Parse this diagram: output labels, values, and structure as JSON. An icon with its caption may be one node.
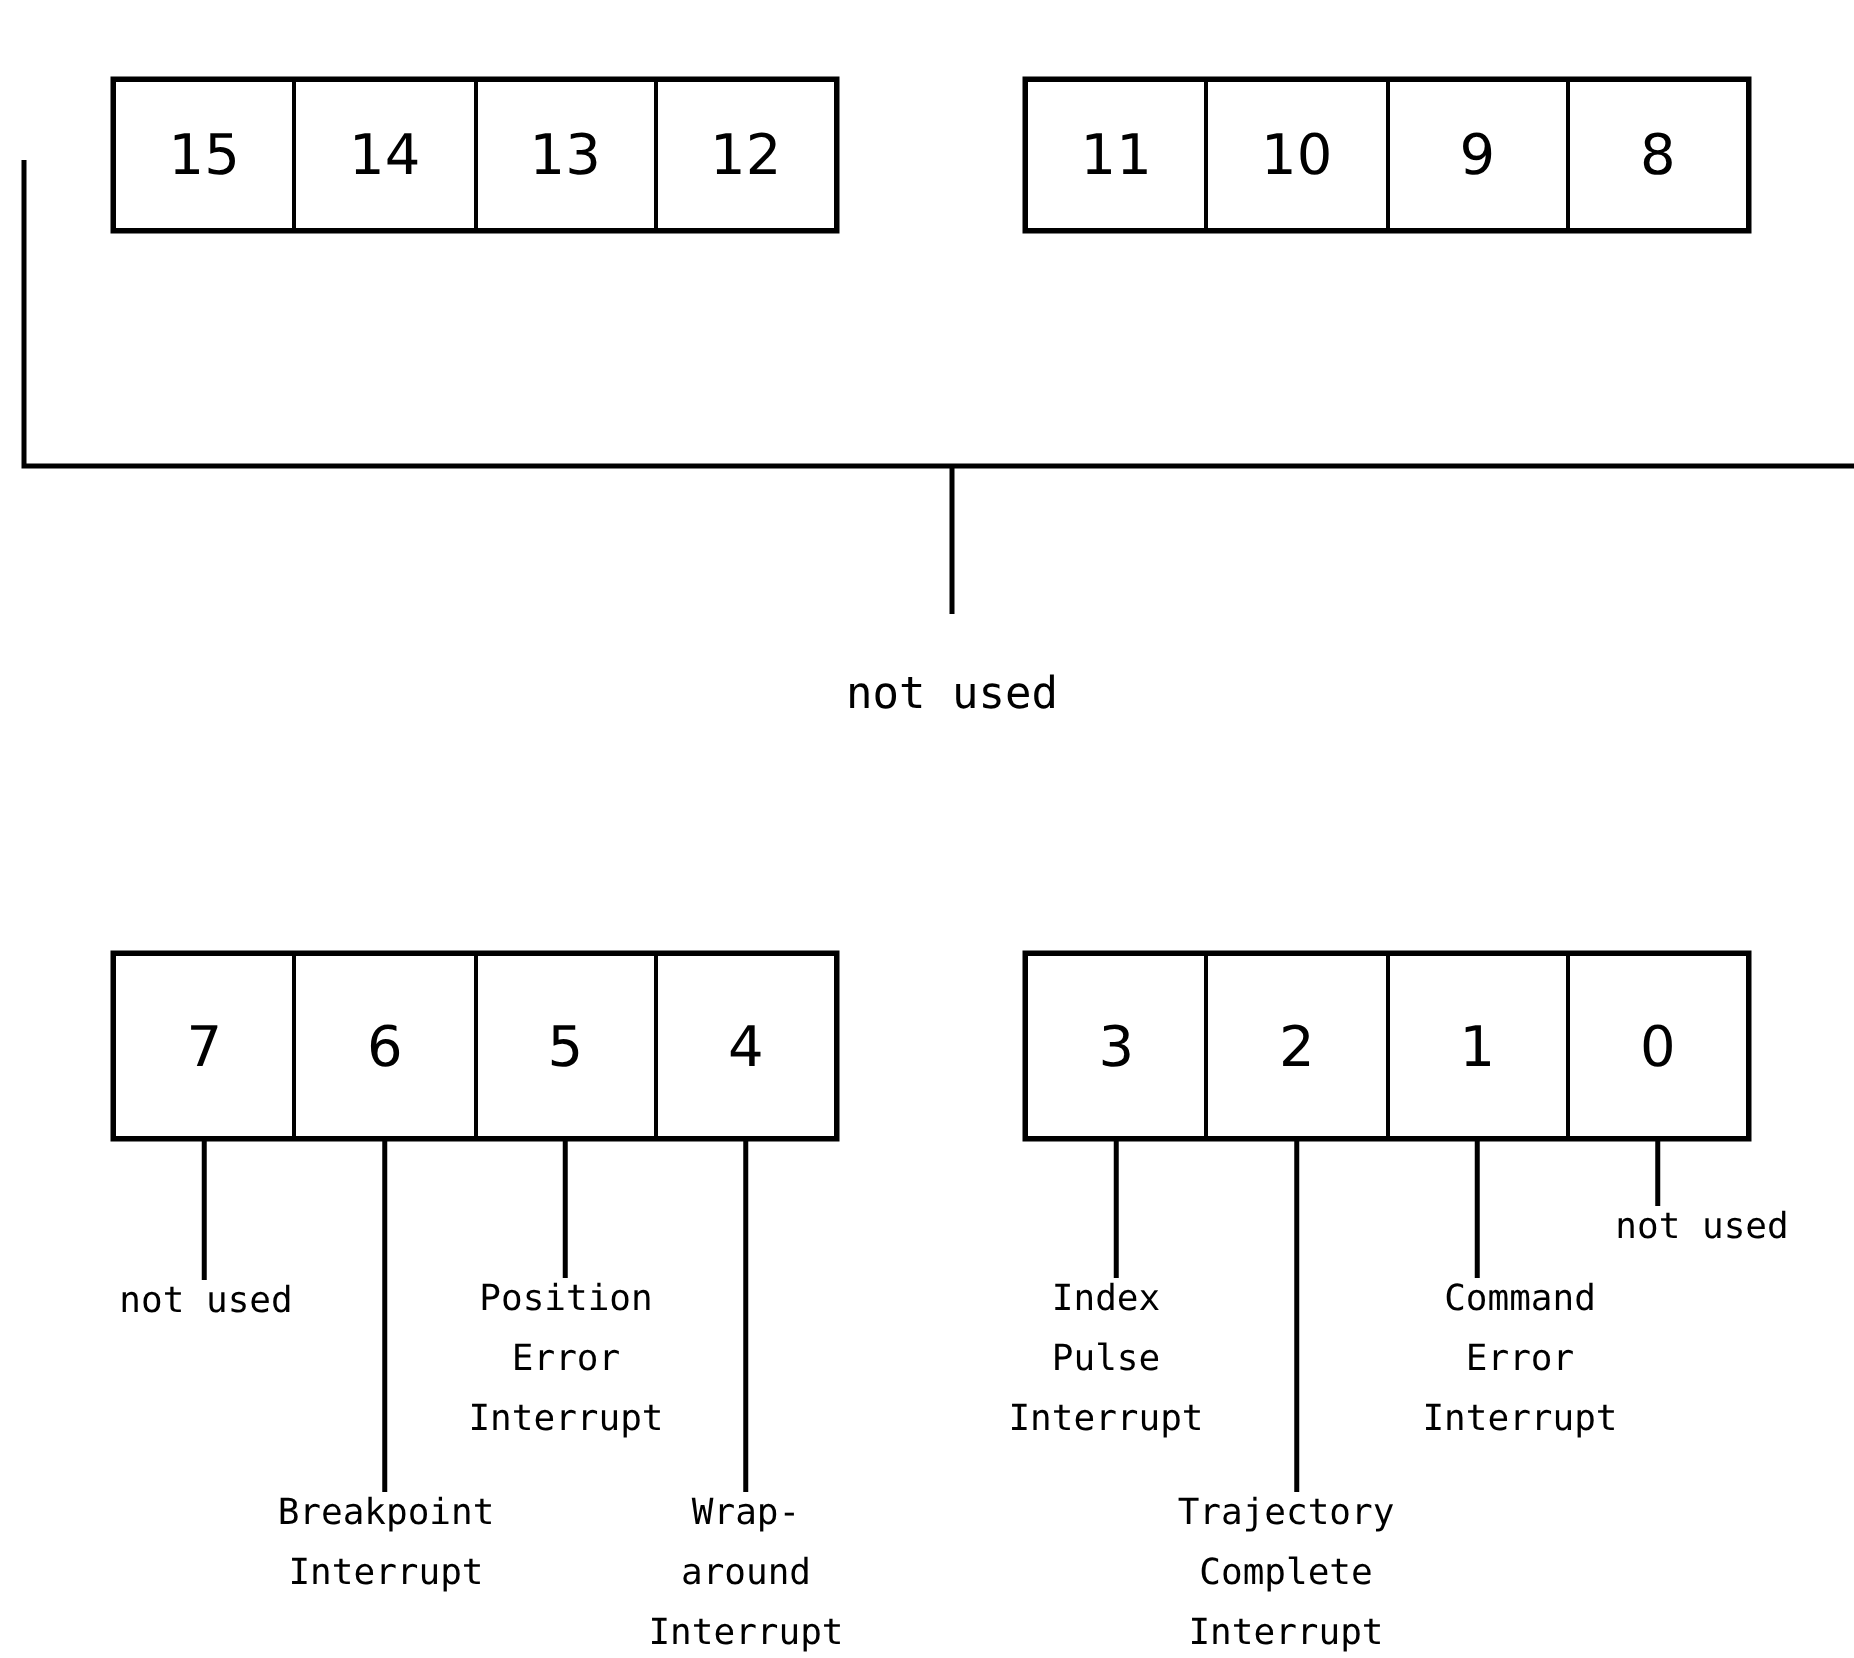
{
  "diagram": {
    "nodes": [
      {
        "text": [
          "15"
        ]
      },
      {
        "text": [
          "14"
        ]
      },
      {
        "text": [
          "13"
        ]
      },
      {
        "text": [
          "12"
        ]
      },
      {
        "text": [
          "11"
        ]
      },
      {
        "text": [
          "10"
        ]
      },
      {
        "text": [
          "9"
        ]
      },
      {
        "text": [
          "8"
        ]
      },
      {
        "text": [
          "7"
        ]
      },
      {
        "text": [
          "6"
        ]
      },
      {
        "text": [
          "5"
        ]
      },
      {
        "text": [
          "4"
        ]
      },
      {
        "text": [
          "3"
        ]
      },
      {
        "text": [
          "2"
        ]
      },
      {
        "text": [
          "1"
        ]
      },
      {
        "text": [
          "0"
        ]
      },
      {
        "text": [
          "not used"
        ]
      },
      {
        "text": [
          "Breakpoint Interrupt"
        ]
      },
      {
        "text": [
          "Position Error Interrupt"
        ]
      },
      {
        "text": [
          "Wrap-around Interrupt"
        ]
      },
      {
        "text": [
          "Index Pulse Interrupt"
        ]
      },
      {
        "text": [
          "Trajectory Complete Interrupt"
        ]
      },
      {
        "text": [
          "Command Error Interrupt"
        ]
      },
      {
        "text": [
          "not used"
        ]
      }
    ],
    "edges": [
      {
        "from": 16,
        "to": 8,
        "arrow": "none"
      },
      {
        "from": 17,
        "to": 9,
        "arrow": "none"
      },
      {
        "from": 18,
        "to": 10,
        "arrow": "none"
      },
      {
        "from": 19,
        "to": 11,
        "arrow": "none"
      },
      {
        "from": 20,
        "to": 12,
        "arrow": "none"
      },
      {
        "from": 21,
        "to": 13,
        "arrow": "none"
      },
      {
        "from": 22,
        "to": 14,
        "arrow": "none"
      },
      {
        "from": 23,
        "to": 15,
        "arrow": "none"
      }
    ],
    "labels": [
      "not used"
    ]
  }
}
